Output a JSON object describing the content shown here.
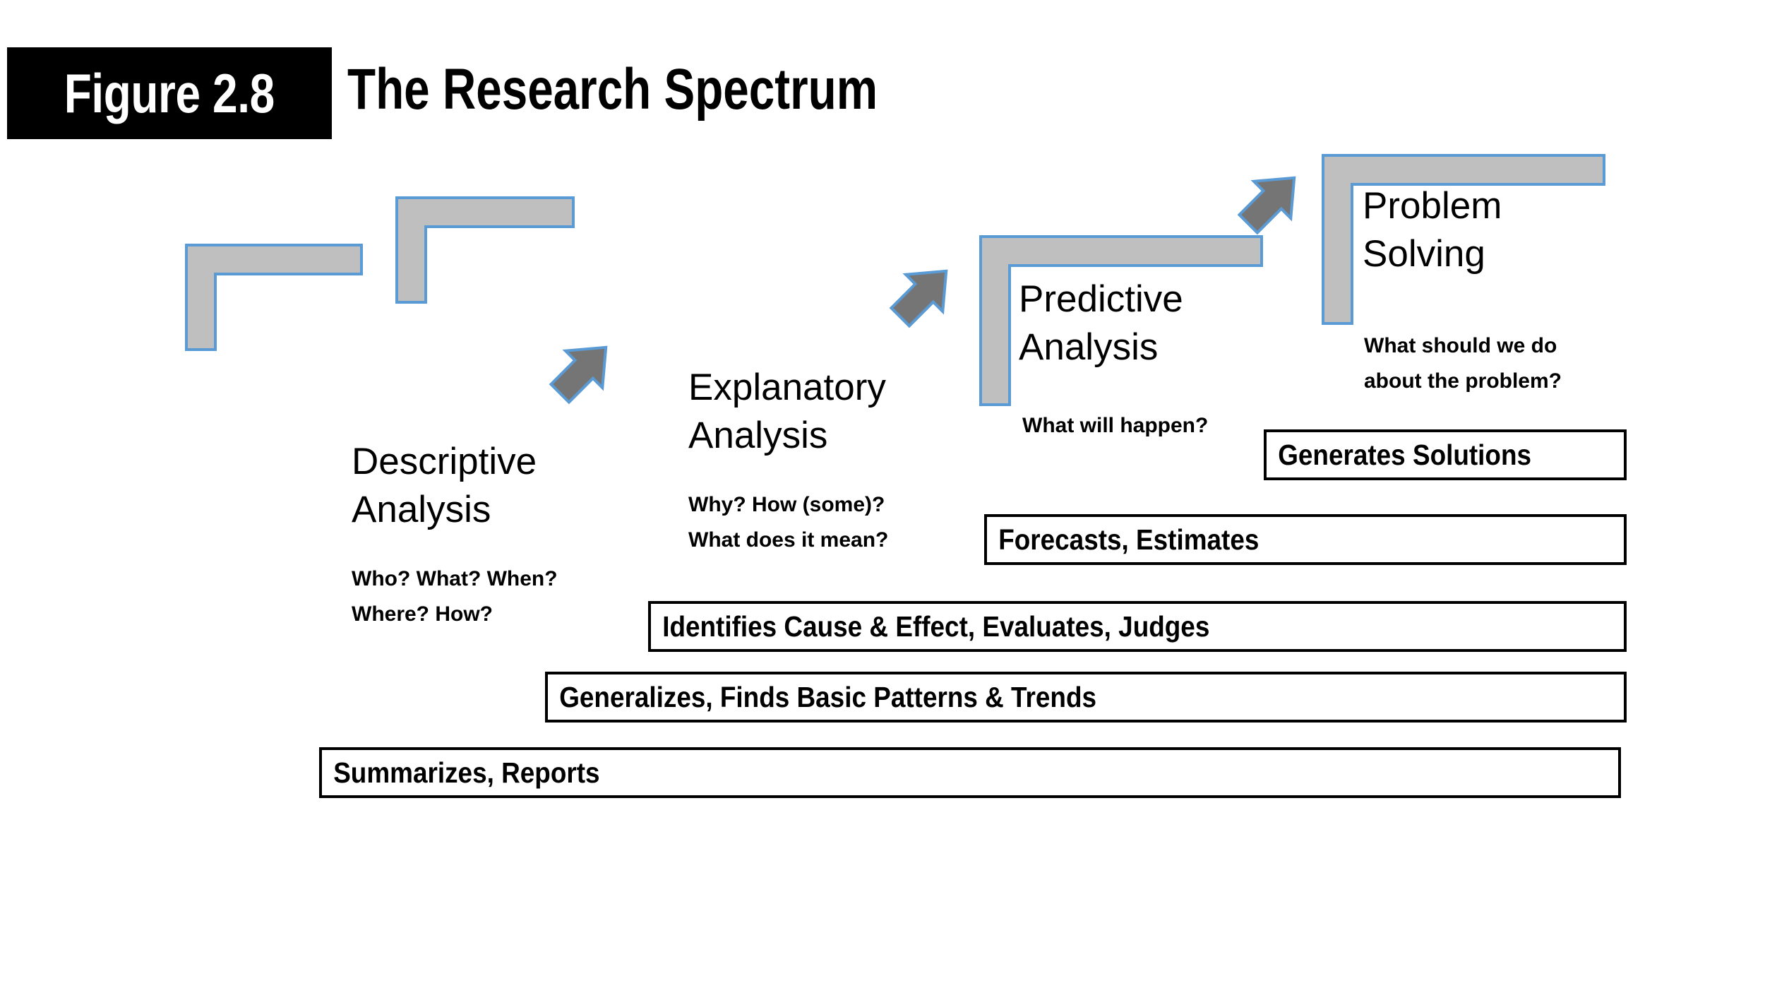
{
  "header": {
    "figure_badge": "Figure 2.8",
    "title": "The Research Spectrum"
  },
  "colors": {
    "step_fill": "#BFBFBF",
    "step_border": "#5B9BD5",
    "arrow_fill": "#757575",
    "arrow_border": "#5B9BD5",
    "box_border": "#000000",
    "badge_background": "#000000",
    "badge_text": "#FFFFFF",
    "page_background": "#FFFFFF"
  },
  "steps": [
    {
      "id": "descriptive",
      "title": "Descriptive\nAnalysis",
      "caption": "Who? What? When?\nWhere? How?"
    },
    {
      "id": "explanatory",
      "title": "Explanatory\nAnalysis",
      "caption": "Why? How (some)?\nWhat does it mean?"
    },
    {
      "id": "predictive",
      "title": "Predictive\nAnalysis",
      "caption": "What will happen?"
    },
    {
      "id": "problem-solving",
      "title": "Problem\nSolving",
      "caption": "What should we do\nabout the problem?"
    }
  ],
  "arrows": [
    {
      "id": "arrow-descriptive-to-explanatory",
      "direction": "up-right"
    },
    {
      "id": "arrow-explanatory-to-predictive",
      "direction": "up-right"
    },
    {
      "id": "arrow-predictive-to-problem-solving",
      "direction": "up-right"
    }
  ],
  "outcome_bars": [
    {
      "id": "generates-solutions",
      "label": "Generates Solutions"
    },
    {
      "id": "forecasts-estimates",
      "label": "Forecasts, Estimates"
    },
    {
      "id": "identifies-cause-effect",
      "label": "Identifies Cause & Effect, Evaluates, Judges"
    },
    {
      "id": "generalizes-patterns-trends",
      "label": "Generalizes, Finds Basic Patterns & Trends"
    },
    {
      "id": "summarizes-reports",
      "label": "Summarizes, Reports"
    }
  ]
}
